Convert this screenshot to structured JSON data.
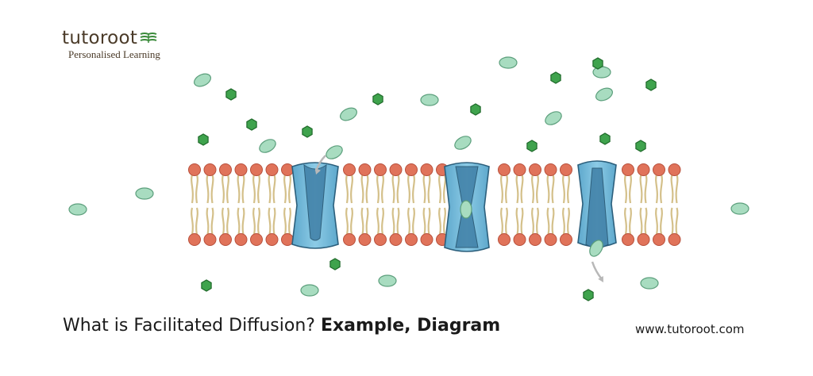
{
  "logo": {
    "brand": "tutoroot",
    "tagline": "Personalised Learning"
  },
  "caption": {
    "regular": "What is Facilitated Diffusion? ",
    "bold": "Example, Diagram"
  },
  "website": "www.tutoroot.com",
  "colors": {
    "molecule_oval": "#a8dcc0",
    "molecule_hexagon": "#3fa34d",
    "phospholipid_head": "#e0735a",
    "phospholipid_tail": "#d4c08a",
    "channel_protein": "#6fb6d8",
    "channel_inner": "#3f7fa6",
    "arrow": "#b8b8b8",
    "brand": "#4a3a28",
    "logo_icon": "#3a8a3a"
  }
}
